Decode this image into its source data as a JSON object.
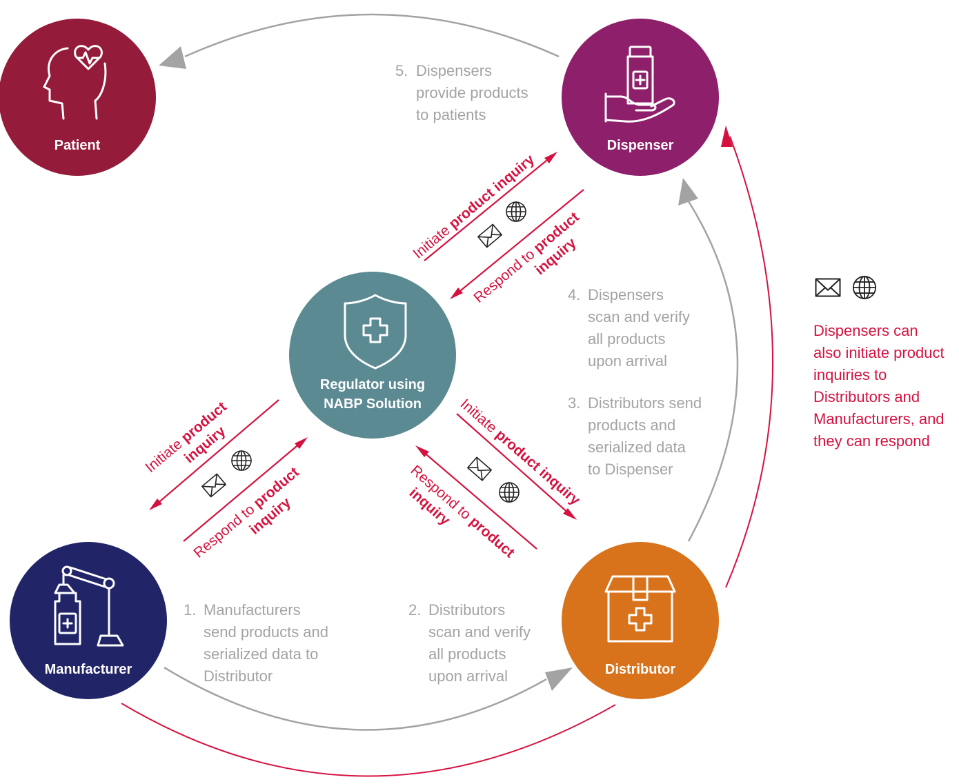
{
  "colors": {
    "patient": "#941b3a",
    "dispenser": "#8e1f6a",
    "regulator": "#5b8a92",
    "manufacturer": "#212567",
    "distributor": "#d8731c",
    "red": "#d5123f",
    "gray": "#a3a3a3"
  },
  "nodes": {
    "patient": {
      "label": "Patient",
      "icon": "head-heart-icon"
    },
    "dispenser": {
      "label": "Dispenser",
      "icon": "hand-medicine-bottle-icon"
    },
    "regulator": {
      "label_line1": "Regulator using",
      "label_line2": "NABP Solution",
      "icon": "shield-plus-icon"
    },
    "manufacturer": {
      "label": "Manufacturer",
      "icon": "robot-arm-bottle-icon"
    },
    "distributor": {
      "label": "Distributor",
      "icon": "medical-box-icon"
    }
  },
  "steps": {
    "s1": {
      "num": "1.",
      "lines": [
        "Manufacturers",
        "send products and",
        "serialized data to",
        "Distributor"
      ]
    },
    "s2": {
      "num": "2.",
      "lines": [
        "Distributors",
        "scan and verify",
        "all products",
        "upon arrival"
      ]
    },
    "s3": {
      "num": "3.",
      "lines": [
        "Distributors send",
        "products and",
        "serialized data",
        "to Dispenser"
      ]
    },
    "s4": {
      "num": "4.",
      "lines": [
        "Dispensers",
        "scan and verify",
        "all products",
        "upon arrival"
      ]
    },
    "s5": {
      "num": "5.",
      "lines": [
        "Dispensers",
        "provide products",
        "to patients"
      ]
    }
  },
  "links": {
    "initiate_normal": "Initiate ",
    "respond_normal": "Respond to ",
    "product_inquiry": "product inquiry",
    "product": "product",
    "inquiry": "inquiry"
  },
  "note": {
    "lines": [
      "Dispensers can",
      "also initiate product",
      "inquiries to",
      "Distributors and",
      "Manufacturers, and",
      "they can respond"
    ]
  },
  "icons": {
    "email": "envelope-icon",
    "web": "globe-icon"
  }
}
